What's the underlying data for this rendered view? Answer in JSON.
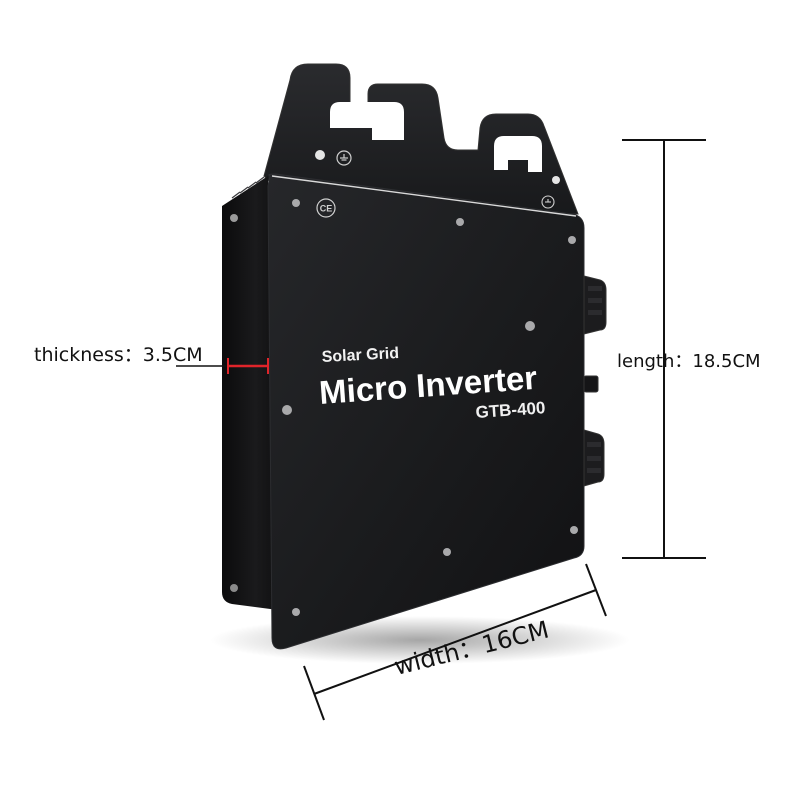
{
  "product": {
    "brand_line": "Solar Grid",
    "name": "Micro Inverter",
    "model": "GTB-400",
    "ce_mark": "CE",
    "body_color": "#1b1b1d",
    "side_color": "#101012"
  },
  "dimensions": {
    "thickness": "thickness：3.5CM",
    "length": "length：18.5CM",
    "width": "width：16CM",
    "thickness_marker_color": "#e0242a"
  },
  "icons": {
    "ground_symbol": "ground-icon",
    "connector": "connector-icon"
  }
}
